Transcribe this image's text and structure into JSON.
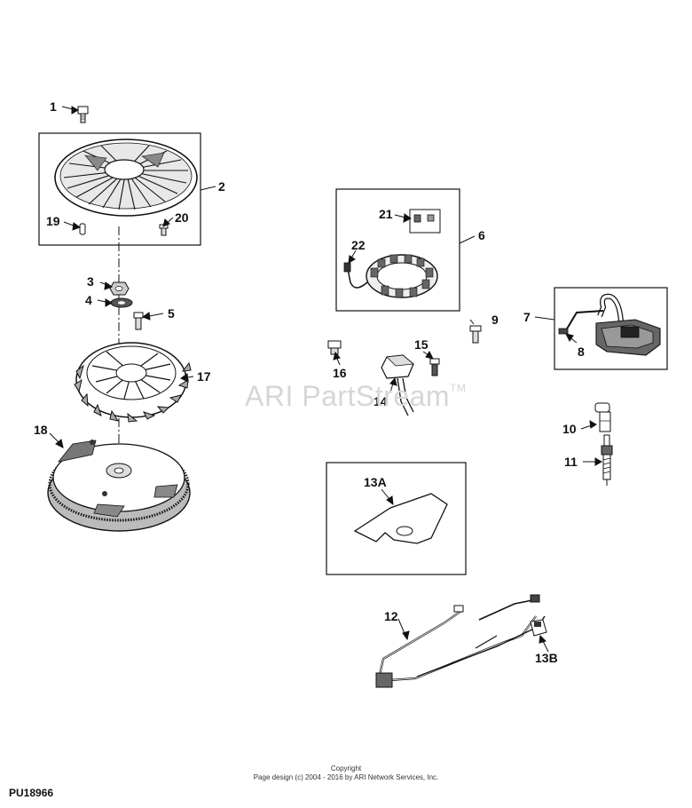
{
  "watermark": {
    "text": "ARI PartStream",
    "mark": "TM"
  },
  "copyright": {
    "line1": "Copyright",
    "line2": "Page design (c) 2004 - 2016 by ARI Network Services, Inc."
  },
  "diagram_ref": "PU18966",
  "callouts": {
    "c1": "1",
    "c2": "2",
    "c3": "3",
    "c4": "4",
    "c5": "5",
    "c6": "6",
    "c7": "7",
    "c8": "8",
    "c9": "9",
    "c10": "10",
    "c11": "11",
    "c12": "12",
    "c13A": "13A",
    "c13B": "13B",
    "c14": "14",
    "c15": "15",
    "c16": "16",
    "c17": "17",
    "c18": "18",
    "c19": "19",
    "c20": "20",
    "c21": "21",
    "c22": "22"
  },
  "colors": {
    "line": "#111111",
    "fill": "#ffffff",
    "shade": "#bdbdbd",
    "dark": "#555555",
    "watermark": "#d6d6d6"
  },
  "icons": [
    "blower-housing-icon",
    "bolt-icon",
    "nut-icon",
    "washer-icon",
    "fan-icon",
    "flywheel-icon",
    "stator-icon",
    "ignition-coil-icon",
    "spark-plug-icon",
    "spark-plug-boot-icon",
    "rectifier-icon",
    "wiring-harness-icon",
    "gasket-icon",
    "connector-icon"
  ]
}
